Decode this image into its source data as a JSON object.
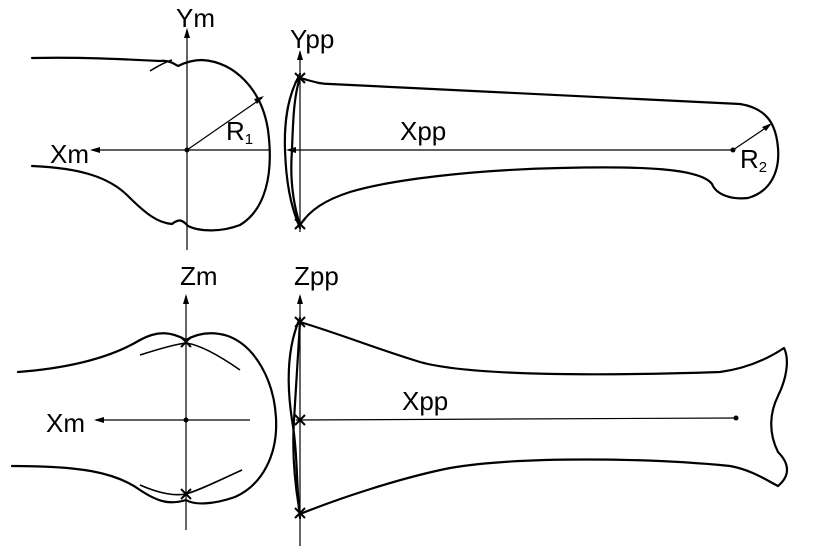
{
  "labels": {
    "ym": "Ym",
    "ypp": "Ypp",
    "xm_top": "Xm",
    "r1": "R",
    "r1_sub": "1",
    "xpp_top": "Xpp",
    "r2": "R",
    "r2_sub": "2",
    "zm": "Zm",
    "zpp": "Zpp",
    "xm_bottom": "Xm",
    "xpp_bottom": "Xpp"
  }
}
